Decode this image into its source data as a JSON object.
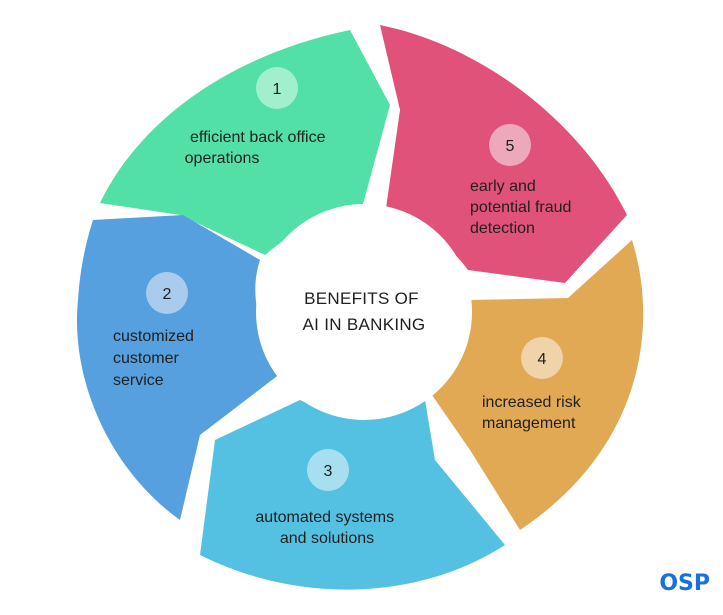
{
  "center": {
    "line1": "BENEFITS OF",
    "line2": "AI IN BANKING"
  },
  "segments": [
    {
      "number": "1",
      "lines": [
        "efficient back office",
        "operations"
      ],
      "color": "#52e0a6",
      "badge_color": "#a2efcc"
    },
    {
      "number": "2",
      "lines": [
        "customized",
        "customer",
        "service"
      ],
      "color": "#56a0e0",
      "badge_color": "#a8cbee"
    },
    {
      "number": "3",
      "lines": [
        "automated systems",
        "and solutions"
      ],
      "color": "#54c1e2",
      "badge_color": "#a8dff0"
    },
    {
      "number": "4",
      "lines": [
        "increased risk",
        "management"
      ],
      "color": "#e2a954",
      "badge_color": "#f0d3a8"
    },
    {
      "number": "5",
      "lines": [
        "early and",
        "potential fraud",
        "detection"
      ],
      "color": "#e1527a",
      "badge_color": "#eea8bc"
    }
  ],
  "logo": {
    "text": "OSP",
    "color": "#1a6fe0"
  }
}
